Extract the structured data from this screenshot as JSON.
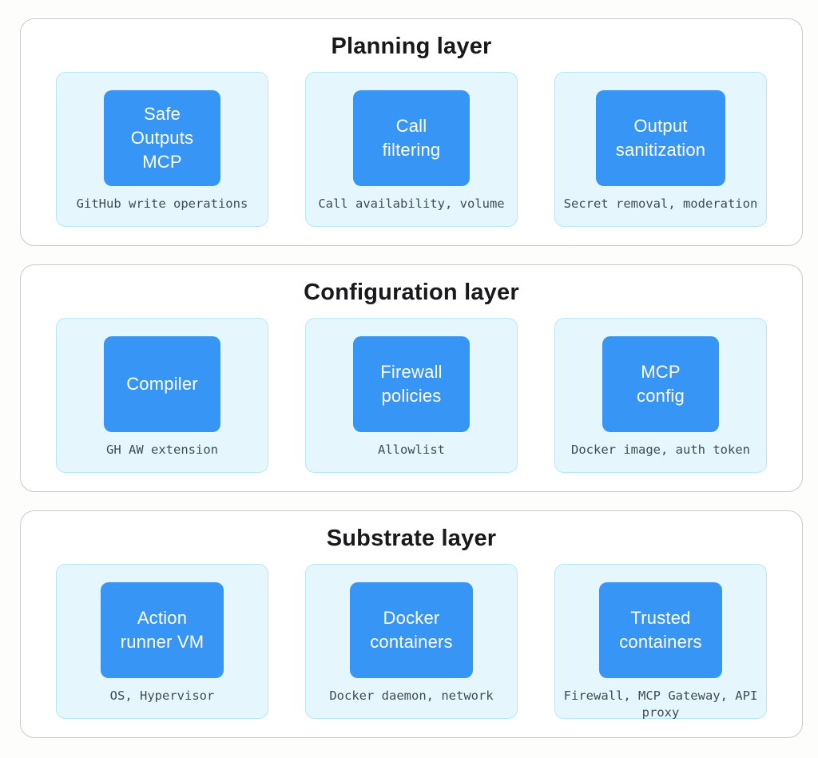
{
  "colors": {
    "accent_blue": "#3796f5",
    "card_background": "#e5f7fc",
    "card_border": "#b5e9f5",
    "panel_border": "#cccbc9",
    "title_text": "#17191c",
    "caption_text": "#3f4c55",
    "box_text": "#ffffff"
  },
  "layers": [
    {
      "title": "Planning layer",
      "cards": [
        {
          "box_label": "Safe\nOutputs\nMCP",
          "caption": "GitHub write operations"
        },
        {
          "box_label": "Call\nfiltering",
          "caption": "Call availability, volume"
        },
        {
          "box_label": "Output\nsanitization",
          "caption": "Secret removal, moderation"
        }
      ]
    },
    {
      "title": "Configuration layer",
      "cards": [
        {
          "box_label": "Compiler",
          "caption": "GH AW extension"
        },
        {
          "box_label": "Firewall\npolicies",
          "caption": "Allowlist"
        },
        {
          "box_label": "MCP\nconfig",
          "caption": "Docker image, auth token"
        }
      ]
    },
    {
      "title": "Substrate layer",
      "cards": [
        {
          "box_label": "Action\nrunner VM",
          "caption": "OS, Hypervisor"
        },
        {
          "box_label": "Docker\ncontainers",
          "caption": "Docker daemon, network"
        },
        {
          "box_label": "Trusted\ncontainers",
          "caption": "Firewall, MCP Gateway, API proxy"
        }
      ]
    }
  ]
}
